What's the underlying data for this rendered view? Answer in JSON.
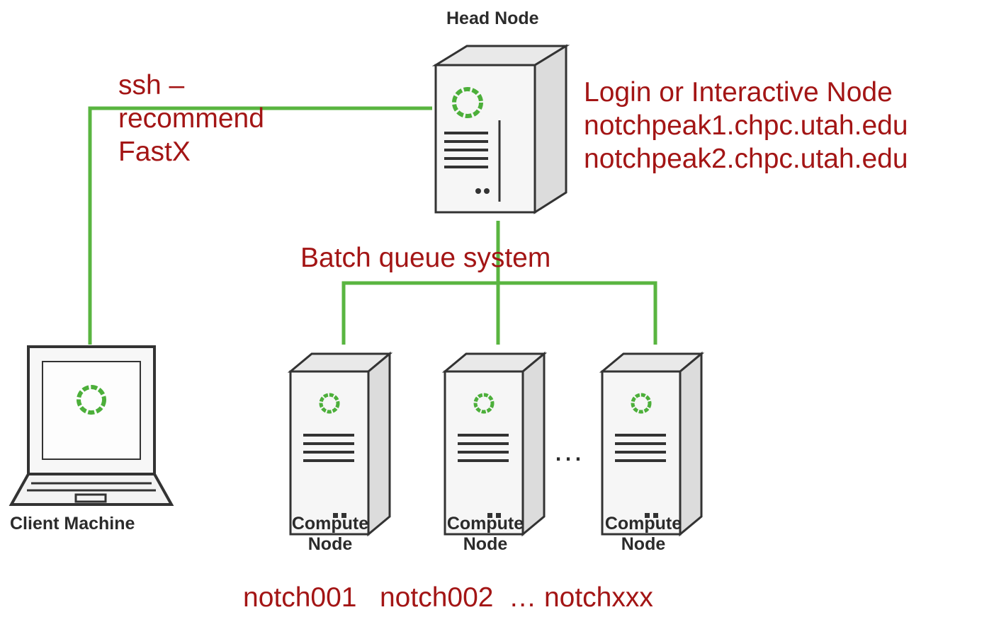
{
  "diagram": {
    "head_node": {
      "title": "Head Node",
      "description_lines": [
        "Login or Interactive Node",
        "notchpeak1.chpc.utah.edu",
        "notchpeak2.chpc.utah.edu"
      ]
    },
    "connection": {
      "lines": [
        "ssh –",
        "recommend",
        "FastX"
      ]
    },
    "batch_label": "Batch queue system",
    "client": {
      "title": "Client Machine"
    },
    "compute_nodes": [
      {
        "title_line1": "Compute",
        "title_line2": "Node"
      },
      {
        "title_line1": "Compute",
        "title_line2": "Node"
      },
      {
        "title_line1": "Compute",
        "title_line2": "Node"
      }
    ],
    "ellipsis": "…",
    "node_names": "notch001   notch002  … notchxxx"
  },
  "colors": {
    "line_green": "#59b540",
    "logo_green": "#4caf3a",
    "label_red": "#a31515",
    "label_dark": "#2b2b2b",
    "outline": "#333333"
  },
  "icons": [
    "server-icon",
    "laptop-icon",
    "logo-ring-icon"
  ]
}
